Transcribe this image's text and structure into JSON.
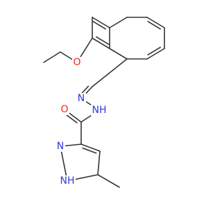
{
  "atoms": {
    "oxygen_ether": {
      "label": "O",
      "color": "#e8291c"
    },
    "nitrogen_imine": {
      "label": "N",
      "color": "#2f39d6"
    },
    "nitrogen_amide_nh": {
      "label": "NH",
      "color": "#2f39d6"
    },
    "oxygen_carbonyl": {
      "label": "O",
      "color": "#e8291c"
    },
    "nitrogen_pyrazole_n2": {
      "label": "N",
      "color": "#2f39d6"
    },
    "nitrogen_pyrazole_nh": {
      "label": "NH",
      "color": "#2f39d6"
    }
  }
}
